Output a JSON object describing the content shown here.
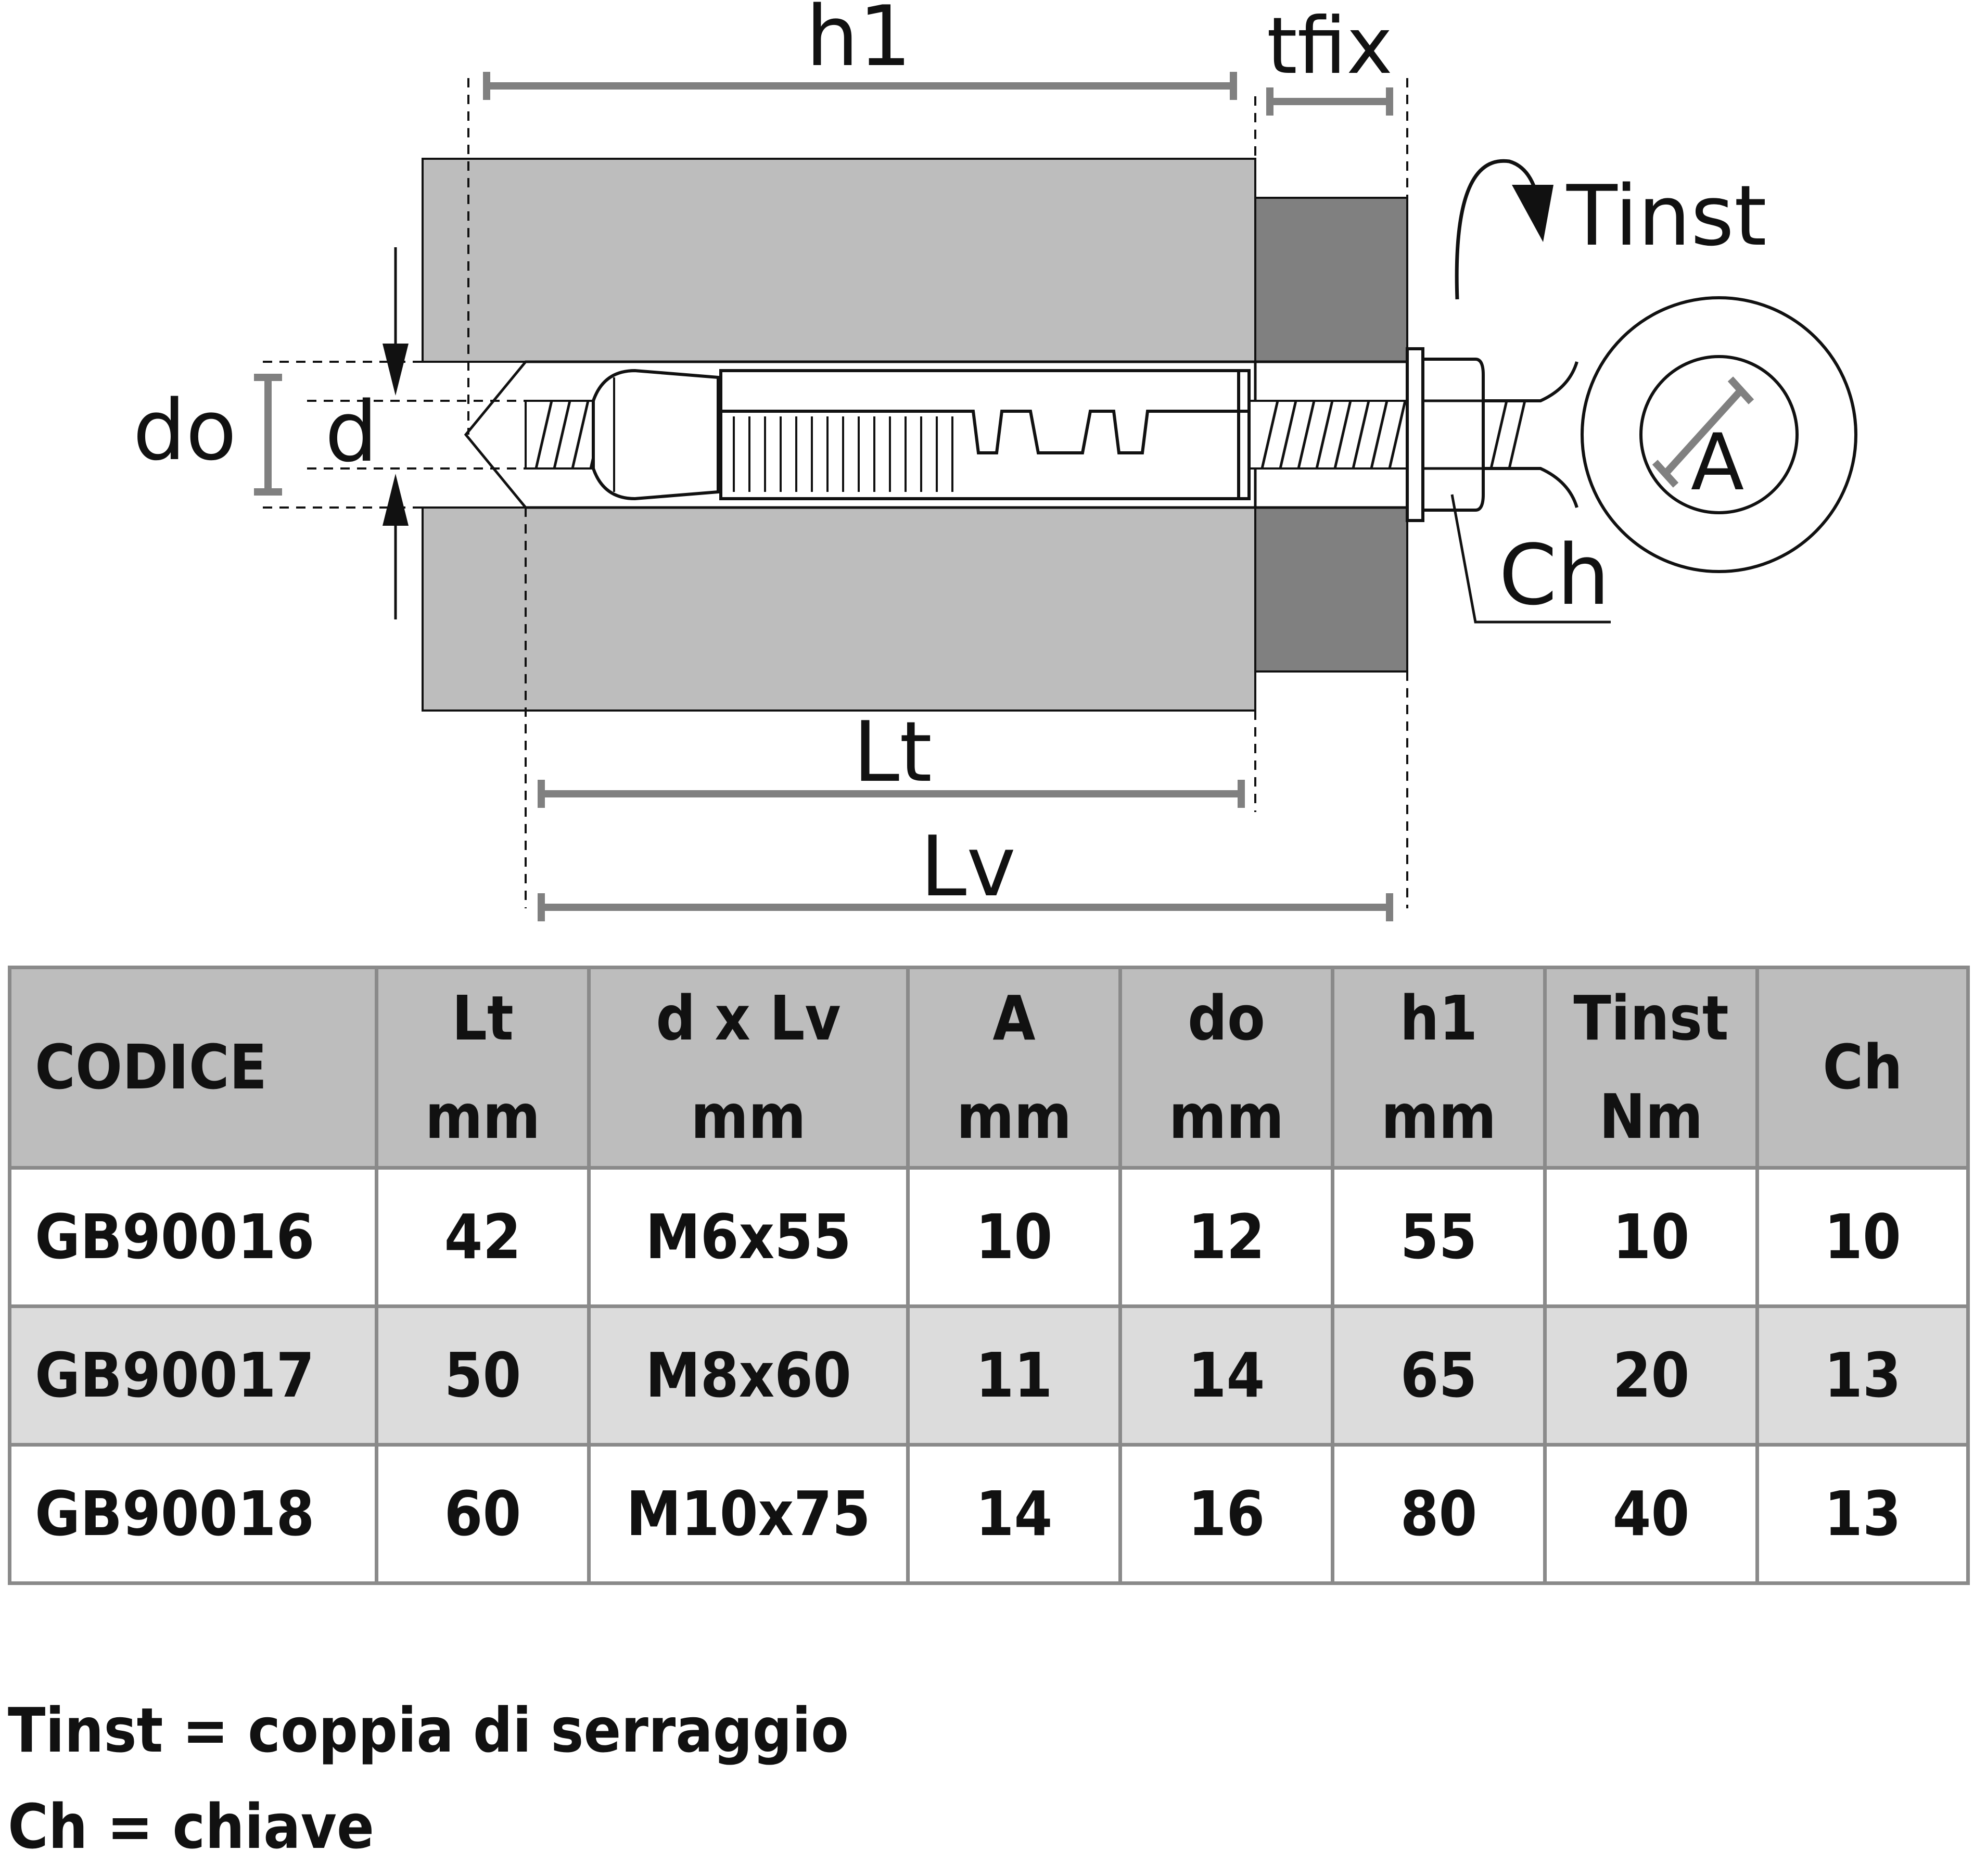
{
  "diagram": {
    "labels": {
      "h1": "h1",
      "tfix": "tfix",
      "tinst": "Tinst",
      "do": "do",
      "d": "d",
      "a": "A",
      "ch": "Ch",
      "lt": "Lt",
      "lv": "Lv"
    },
    "colors": {
      "base_material": "#bdbdbd",
      "fixture": "#808080",
      "dimension_line": "#808080",
      "outline": "#111111"
    }
  },
  "table": {
    "headers": [
      {
        "line1": "CODICE",
        "line2": ""
      },
      {
        "line1": "Lt",
        "line2": "mm"
      },
      {
        "line1": "d x Lv",
        "line2": "mm"
      },
      {
        "line1": "A",
        "line2": "mm"
      },
      {
        "line1": "do",
        "line2": "mm"
      },
      {
        "line1": "h1",
        "line2": "mm"
      },
      {
        "line1": "Tinst",
        "line2": "Nm"
      },
      {
        "line1": "Ch",
        "line2": ""
      }
    ],
    "rows": [
      [
        "GB90016",
        "42",
        "M6x55",
        "10",
        "12",
        "55",
        "10",
        "10"
      ],
      [
        "GB90017",
        "50",
        "M8x60",
        "11",
        "14",
        "65",
        "20",
        "13"
      ],
      [
        "GB90018",
        "60",
        "M10x75",
        "14",
        "16",
        "80",
        "40",
        "13"
      ]
    ]
  },
  "legend": {
    "line1": "Tinst = coppia di serraggio",
    "line2": "Ch = chiave"
  }
}
